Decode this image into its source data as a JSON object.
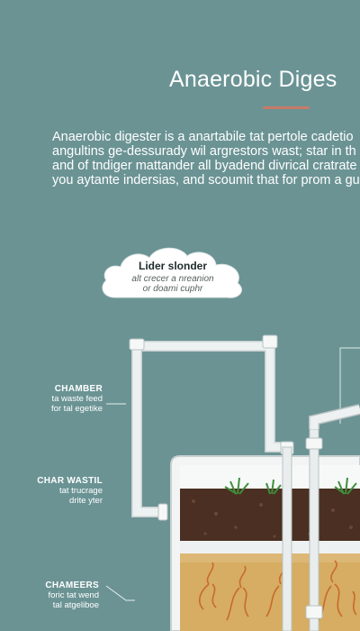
{
  "title": "Anaerobic Diges",
  "intro_lines": [
    "Anaerobic digester is a anartabile tat pertole cadetio",
    "angultins ge-dessurady wil argrestors wast; star in th",
    "and of tndiger mattander all byadend divrical cratrate",
    "you aytante indersias, and scoumit that for prom a gu"
  ],
  "cloud": {
    "title": "Lider slonder",
    "sub_lines": [
      "alt crecer a nreanion",
      "or doami cuphr"
    ]
  },
  "labels": [
    {
      "head": "CHAMBER",
      "lines": [
        "ta waste feed",
        "for tal egetike"
      ]
    },
    {
      "head": "CHAR WASTIL",
      "lines": [
        "tat trucrage",
        "drite yter"
      ]
    },
    {
      "head": "CHAMEERS",
      "lines": [
        "foric tat wend",
        "tal atgeliboe"
      ]
    }
  ],
  "colors": {
    "background": "#6b9394",
    "pipe": "#eef1f1",
    "soil": "#4a2f22",
    "sludge": "#d6ad62",
    "grass": "#3f8f3a",
    "roots": "#c86a2c",
    "accent_rule": "#c97a6a"
  }
}
